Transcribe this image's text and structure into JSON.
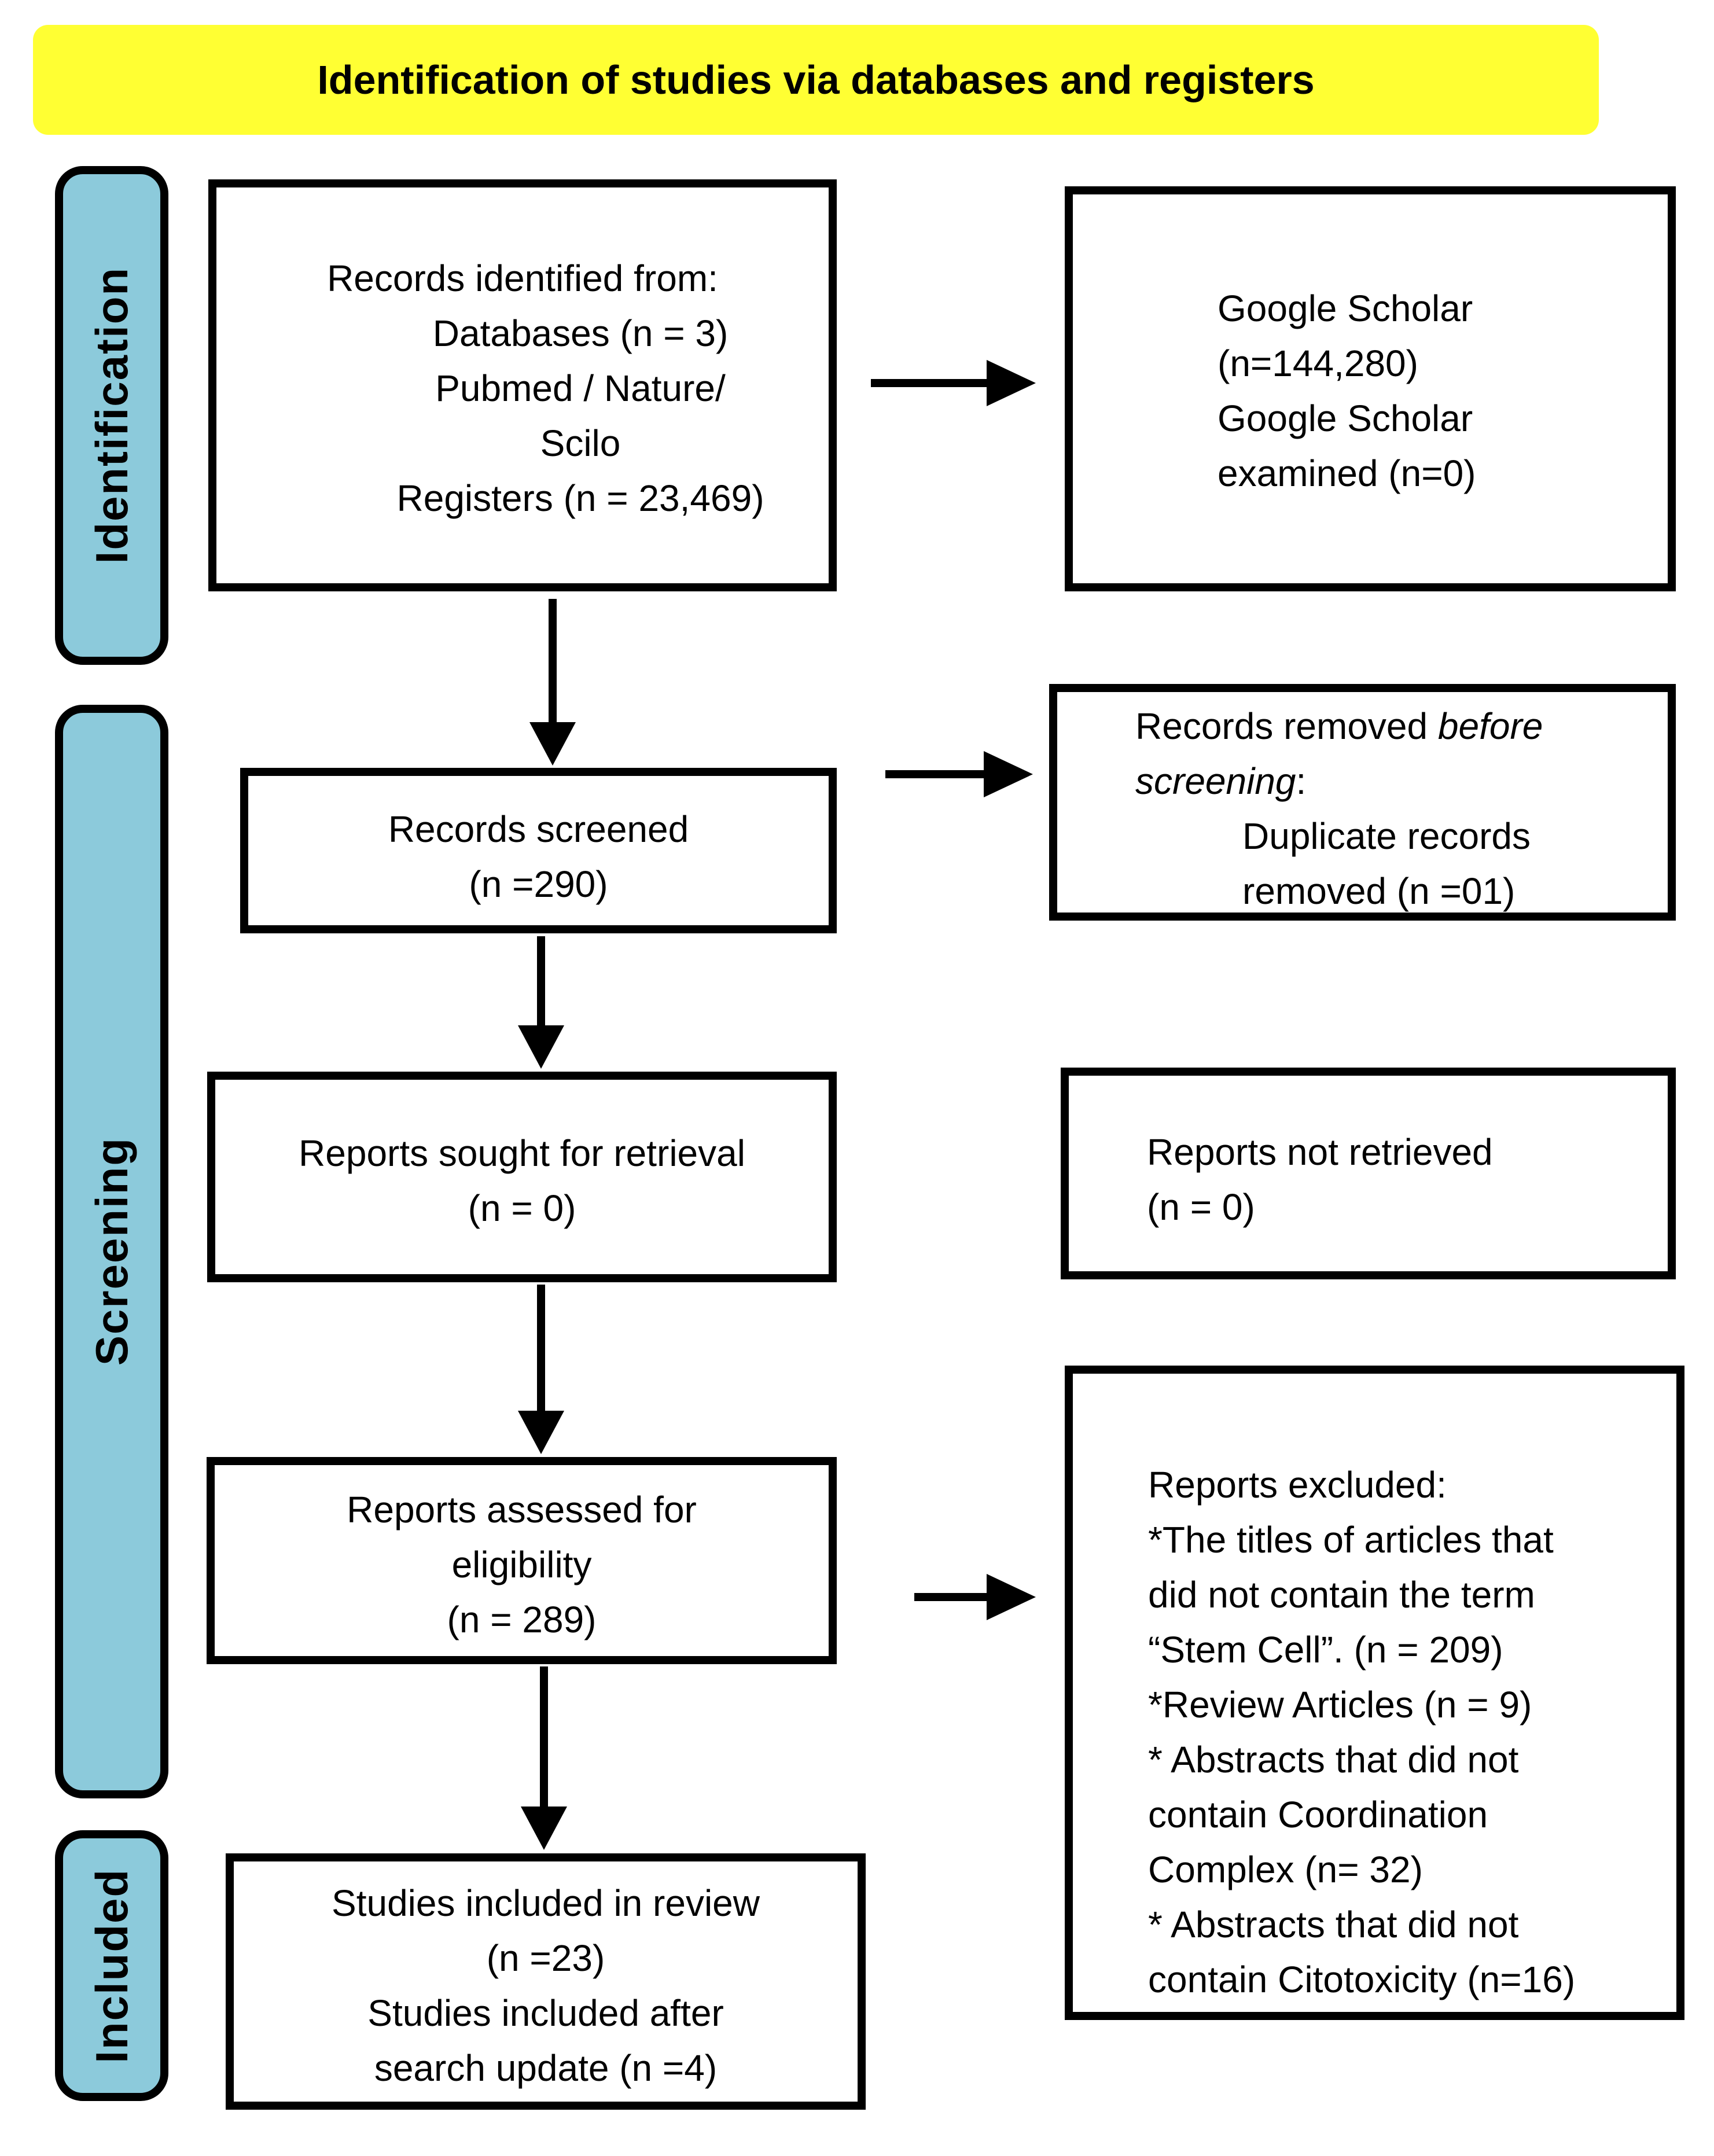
{
  "header": {
    "title": "Identification of studies via databases and registers"
  },
  "colors": {
    "band_yellow": "#FFFF33",
    "stage_blue": "#8CCADB",
    "ink": "#000000"
  },
  "stages": [
    {
      "label": "Identification"
    },
    {
      "label": "Screening"
    },
    {
      "label": "Included"
    }
  ],
  "boxes": {
    "identified": {
      "lines": [
        "Records identified from:",
        "Databases (n = 3)",
        "Pubmed / Nature/",
        "Scilo",
        "Registers (n = 23,469)"
      ]
    },
    "google_scholar": {
      "lines": [
        "Google Scholar",
        "(n=144,280)",
        "Google Scholar",
        "examined (n=0)"
      ]
    },
    "screened": {
      "lines": [
        "Records screened",
        "(n =290)"
      ]
    },
    "removed_before_screening": {
      "line1_plain": "Records removed ",
      "line1_italic": "before",
      "line2_italic": "screening",
      "line2_plain": ":",
      "sub": [
        "Duplicate records",
        "removed (n =01)"
      ]
    },
    "sought": {
      "lines": [
        "Reports sought for retrieval",
        "(n = 0)"
      ]
    },
    "not_retrieved": {
      "lines": [
        "Reports not retrieved",
        "(n = 0)"
      ]
    },
    "assessed": {
      "lines": [
        "Reports assessed for",
        "eligibility",
        "(n = 289)"
      ]
    },
    "excluded": {
      "lines": [
        "Reports excluded:",
        "*The titles of articles that",
        "did not contain the term",
        "“Stem Cell”. (n = 209)",
        "*Review Articles (n = 9)",
        "* Abstracts that did not",
        "contain Coordination",
        "Complex (n= 32)",
        "* Abstracts that did not",
        "contain Citotoxicity (n=16)"
      ]
    },
    "included_in_review": {
      "lines": [
        "Studies included in review",
        "(n =23)",
        "Studies included after",
        "search update (n =4)"
      ]
    }
  }
}
